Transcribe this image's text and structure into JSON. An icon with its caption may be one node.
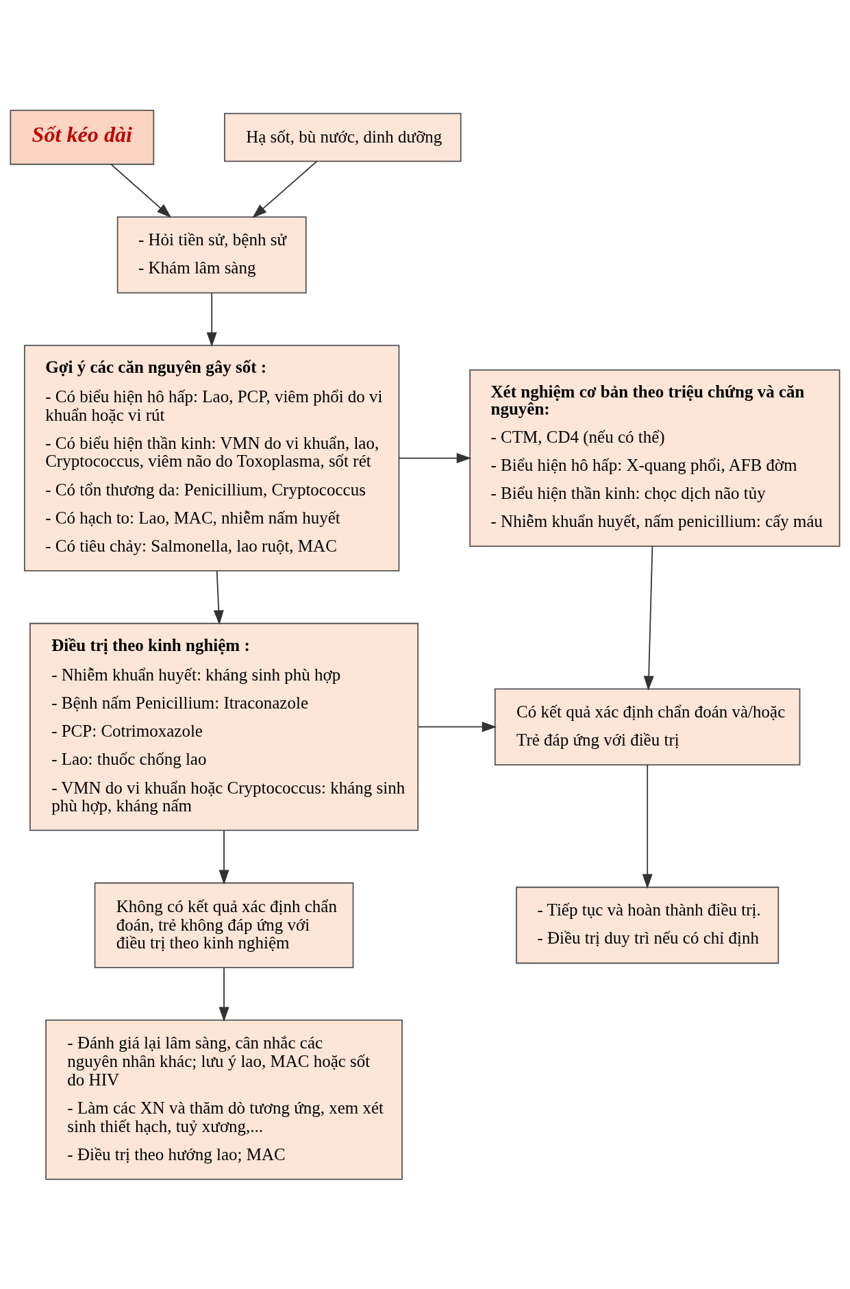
{
  "diagram": {
    "nodes": [
      {
        "text": [
          "Sốt kéo dài"
        ]
      },
      {
        "text": [
          "Hạ sốt, bù nước, dinh dưỡng"
        ]
      },
      {
        "text": [
          "- Hỏi tiền sử, bệnh sử",
          "- Khám lâm sàng"
        ]
      },
      {
        "text": [
          "Gợi ý các căn nguyên gây sốt :",
          "- Có biểu hiện hô hấp: Lao, PCP, viêm phổi do vi khuẩn hoặc vi rút",
          "- Có biểu hiện thần kinh: VMN do vi khuẩn, lao, Cryptococcus, viêm não do Toxoplasma, sốt rét",
          "- Có tổn thương da: Penicillium, Cryptococcus",
          "- Có hạch to: Lao, MAC, nhiễm nấm huyết",
          "- Có tiêu chảy: Salmonella, lao ruột, MAC"
        ]
      },
      {
        "text": [
          "Xét nghiệm cơ bản theo triệu chứng và căn nguyên:",
          "- CTM, CD4 (nếu có thể)",
          "- Biểu hiện hô hấp: X-quang phổi, AFB đờm",
          "- Biểu hiện thần kinh: chọc dịch não tủy",
          "- Nhiễm khuẩn huyết, nấm penicillium: cấy máu"
        ]
      },
      {
        "text": [
          "Điều trị theo kinh nghiệm :",
          "- Nhiễm khuẩn huyết: kháng sinh phù hợp",
          "- Bệnh nấm Penicillium: Itraconazole",
          "- PCP: Cotrimoxazole",
          "- Lao: thuốc chống lao",
          "- VMN do vi khuẩn hoặc Cryptococcus: kháng sinh phù hợp, kháng nấm"
        ]
      },
      {
        "text": [
          "Có kết quả xác định chẩn đoán và/hoặc",
          "Trẻ đáp ứng với điều trị"
        ]
      },
      {
        "text": [
          "Không có kết quả xác định chẩn đoán, trẻ không đáp ứng với điều trị theo kinh nghiệm"
        ]
      },
      {
        "text": [
          "- Tiếp tục và hoàn thành điều trị.",
          "- Điều trị duy trì nếu có chỉ định"
        ]
      },
      {
        "text": [
          "- Đánh giá lại lâm sàng, cân nhắc các nguyên nhân khác; lưu ý lao, MAC hoặc sốt do HIV",
          "- Làm các XN và thăm dò tương ứng, xem xét sinh thiết hạch, tuỷ xương,...",
          "- Điều trị theo hướng lao; MAC"
        ]
      }
    ],
    "edges": [
      {
        "from": 0,
        "to": 2,
        "arrow": "to"
      },
      {
        "from": 1,
        "to": 2,
        "arrow": "to"
      },
      {
        "from": 2,
        "to": 3,
        "arrow": "to"
      },
      {
        "from": 3,
        "to": 4,
        "arrow": "to"
      },
      {
        "from": 3,
        "to": 5,
        "arrow": "to"
      },
      {
        "from": 4,
        "to": 6,
        "arrow": "to"
      },
      {
        "from": 5,
        "to": 6,
        "arrow": "to"
      },
      {
        "from": 5,
        "to": 7,
        "arrow": "to"
      },
      {
        "from": 6,
        "to": 8,
        "arrow": "to"
      },
      {
        "from": 7,
        "to": 9,
        "arrow": "to"
      }
    ]
  }
}
